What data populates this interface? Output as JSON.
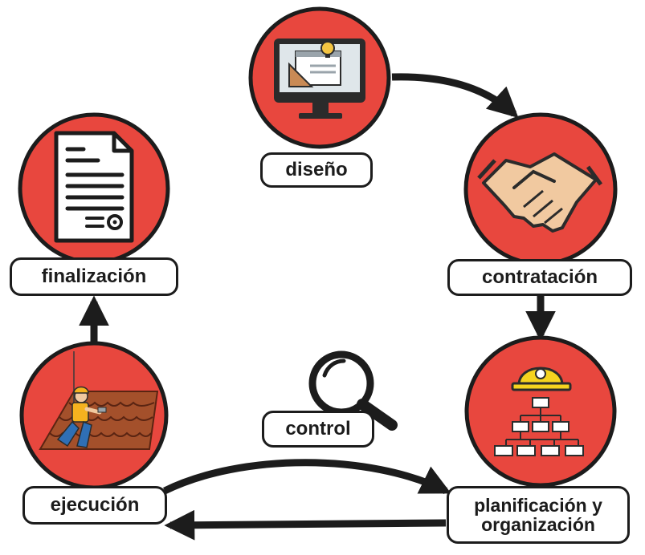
{
  "colors": {
    "node_fill": "#e8473e",
    "outline": "#1c1c1c",
    "arrow": "#1c1c1c"
  },
  "nodes": {
    "diseno": {
      "label": "diseño",
      "icon": "design-monitor-icon"
    },
    "contratacion": {
      "label": "contratación",
      "icon": "handshake-icon"
    },
    "planificacion": {
      "label_line1": "planificación y",
      "label_line2": "organización",
      "icon": "helmet-org-chart-icon"
    },
    "ejecucion": {
      "label": "ejecución",
      "icon": "roofer-worker-icon"
    },
    "finalizacion": {
      "label": "finalización",
      "icon": "document-icon"
    },
    "control": {
      "label": "control",
      "icon": "magnifier-icon"
    }
  }
}
